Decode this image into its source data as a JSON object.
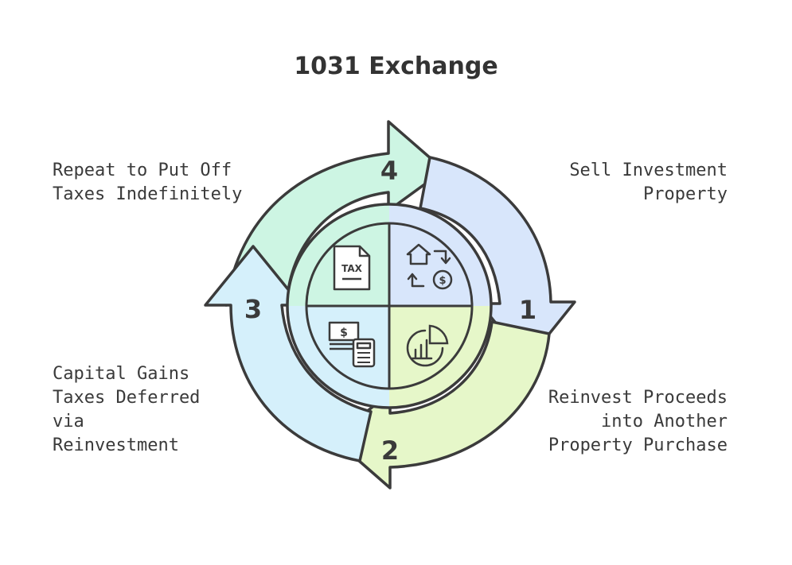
{
  "title": "1031 Exchange",
  "steps": [
    {
      "number": "1",
      "lines": [
        "Sell Investment",
        "Property"
      ],
      "icon": "house-exchange-dollar-icon",
      "color": "#d8e6fb"
    },
    {
      "number": "2",
      "lines": [
        "Reinvest Proceeds",
        "into Another",
        "Property Purchase"
      ],
      "icon": "pie-chart-growth-icon",
      "color": "#e6f7c9"
    },
    {
      "number": "3",
      "lines": [
        "Capital Gains",
        "Taxes Deferred",
        "via",
        "Reinvestment"
      ],
      "icon": "money-calculator-icon",
      "color": "#d5f0fb"
    },
    {
      "number": "4",
      "lines": [
        "Repeat to Put Off",
        "Taxes Indefinitely"
      ],
      "icon": "tax-document-icon",
      "color": "#cdf5e3"
    }
  ],
  "tax_icon_text": "TAX"
}
